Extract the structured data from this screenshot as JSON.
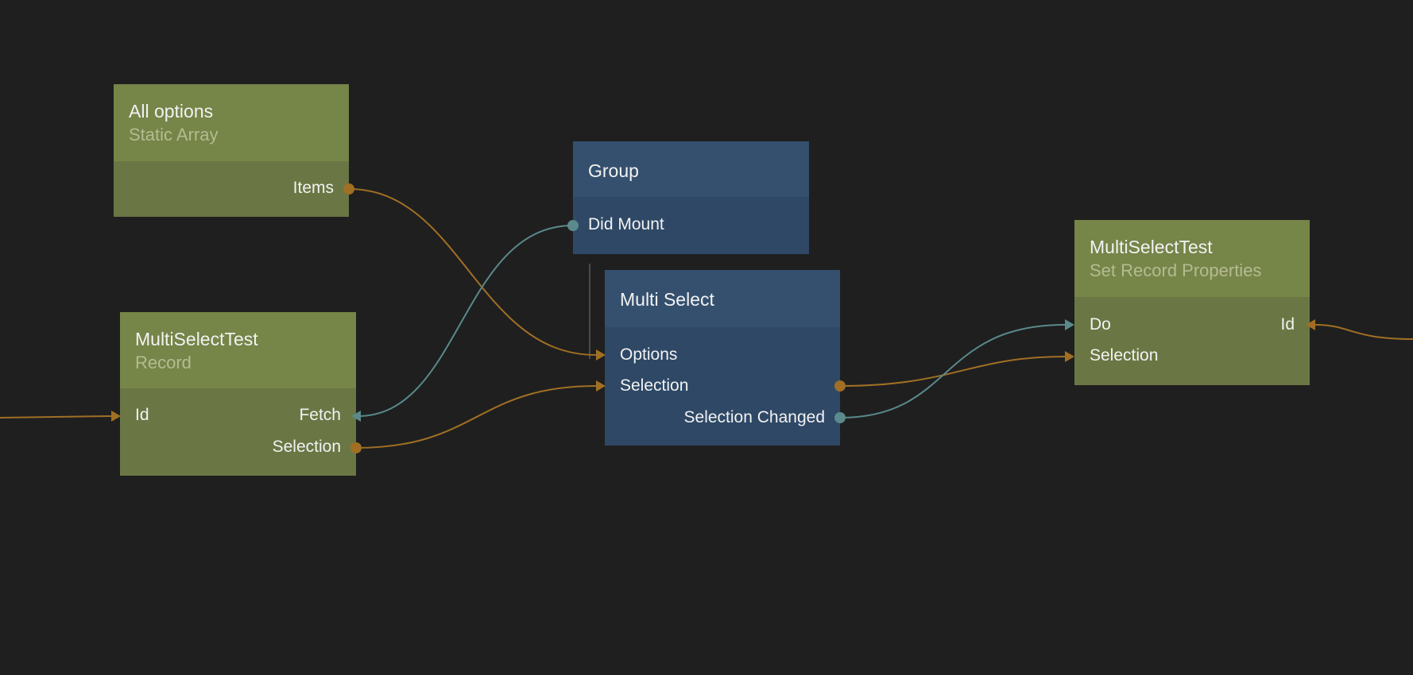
{
  "colors": {
    "background": "#1f1f1f",
    "data_wire": "#a06f24",
    "signal_wire": "#5a8a8b",
    "green_node_header": "#768548",
    "green_node_body": "#6a7744",
    "blue_node_header": "#34506e",
    "blue_node_body": "#2e4866"
  },
  "nodes": {
    "all_options": {
      "title": "All options",
      "subtitle": "Static Array",
      "ports": {
        "items": "Items"
      }
    },
    "record": {
      "title": "MultiSelectTest",
      "subtitle": "Record",
      "ports": {
        "id": "Id",
        "fetch": "Fetch",
        "selection": "Selection"
      }
    },
    "group": {
      "title": "Group",
      "ports": {
        "did_mount": "Did Mount"
      }
    },
    "multi_select": {
      "title": "Multi Select",
      "ports": {
        "options": "Options",
        "selection": "Selection",
        "selection_changed": "Selection Changed"
      }
    },
    "set_record": {
      "title": "MultiSelectTest",
      "subtitle": "Set Record Properties",
      "ports": {
        "do": "Do",
        "id": "Id",
        "selection": "Selection"
      }
    }
  },
  "connections": [
    {
      "from": "All options.Items",
      "to": "Multi Select.Options",
      "type": "data"
    },
    {
      "from": "Group.Did Mount",
      "to": "MultiSelectTest Record.Fetch",
      "type": "signal"
    },
    {
      "from": "MultiSelectTest Record.Selection",
      "to": "Multi Select.Selection",
      "type": "data"
    },
    {
      "from": "Multi Select.Selection",
      "to": "Set Record Properties.Selection",
      "type": "data"
    },
    {
      "from": "Multi Select.Selection Changed",
      "to": "Set Record Properties.Do",
      "type": "signal"
    },
    {
      "from": "offscreen-left",
      "to": "MultiSelectTest Record.Id",
      "type": "data"
    },
    {
      "from": "offscreen-right",
      "to": "Set Record Properties.Id",
      "type": "data"
    }
  ]
}
